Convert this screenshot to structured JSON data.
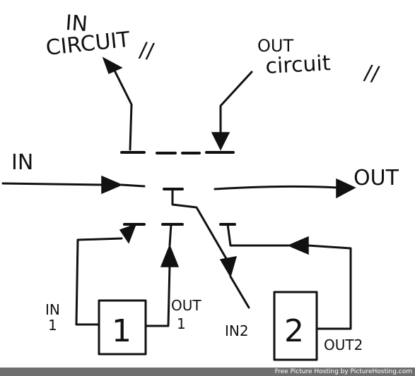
{
  "diagram": {
    "labels": {
      "in_circuit_line1": "IN",
      "in_circuit_line2": "CIRCUIT",
      "in_circuit_mark": "//",
      "out_circuit_line1": "OUT",
      "out_circuit_line2": "circuit",
      "out_circuit_mark": "//",
      "in": "IN",
      "out": "OUT",
      "in1_top": "IN",
      "in1_sub": "1",
      "out1_top": "OUT",
      "out1_sub": "1",
      "in2": "IN2",
      "out2": "OUT2"
    },
    "boxes": [
      {
        "label": "1"
      },
      {
        "label": "2"
      }
    ]
  },
  "footer": {
    "text": "Free Picture Hosting by PictureHosting.com"
  }
}
